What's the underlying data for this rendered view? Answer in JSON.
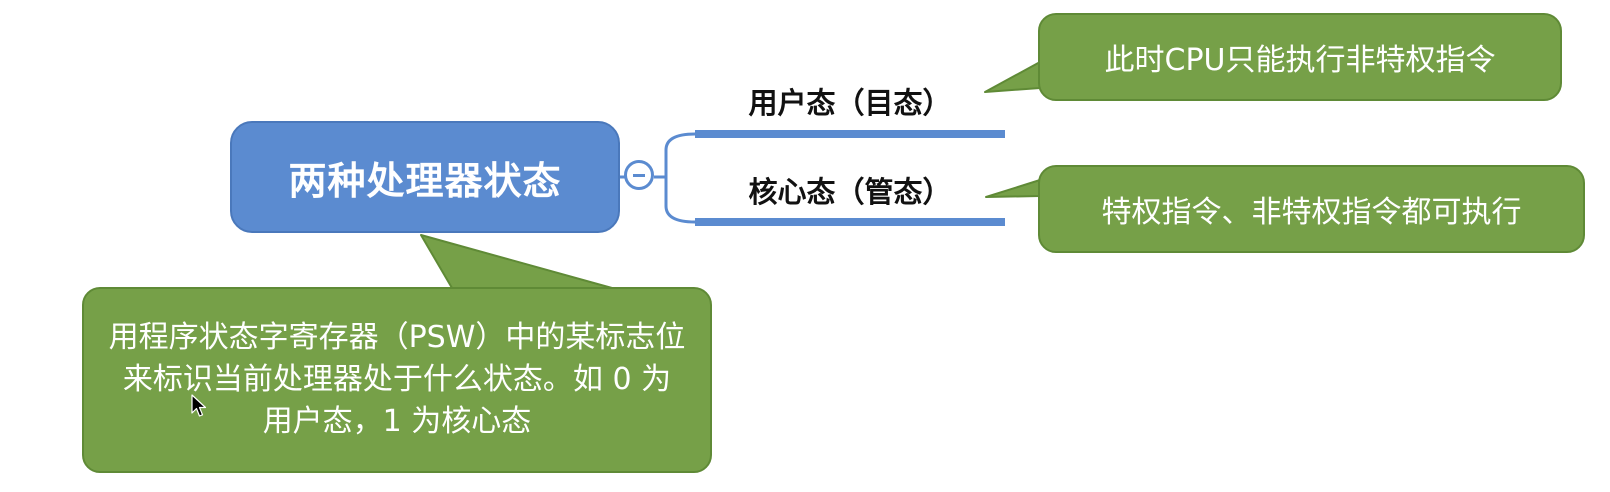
{
  "diagram": {
    "root": {
      "label": "两种处理器状态"
    },
    "branches": [
      {
        "label": "用户态（目态）",
        "note": "此时CPU只能执行非特权指令"
      },
      {
        "label": "核心态（管态）",
        "note": "特权指令、非特权指令都可执行"
      }
    ],
    "root_note": "用程序状态字寄存器（PSW）中的某标志位来标识当前处理器处于什么状态。如 0 为用户态，1 为核心态",
    "colors": {
      "node_blue": "#5b8bd0",
      "callout_green": "#76a048"
    },
    "icons": [
      "collapse-minus-icon",
      "mouse-cursor-icon"
    ]
  }
}
